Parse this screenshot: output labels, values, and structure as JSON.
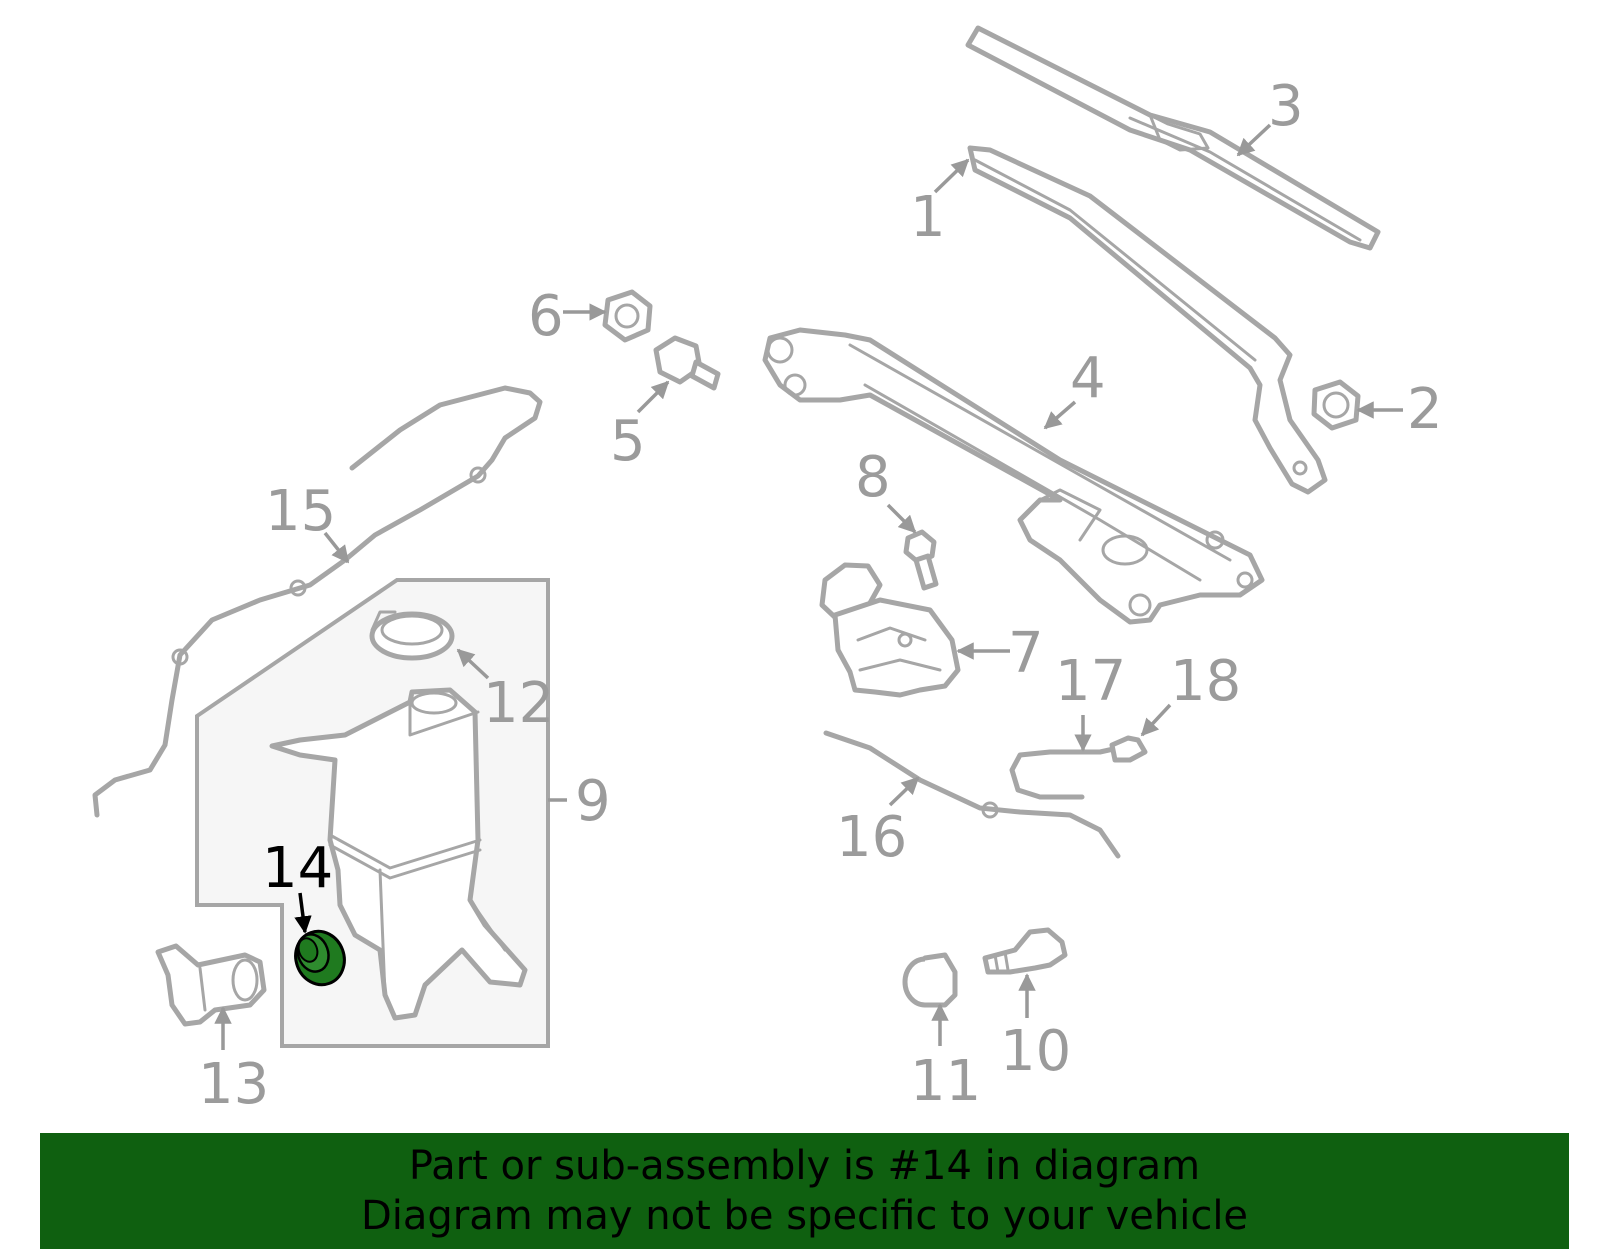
{
  "diagram": {
    "highlighted_part": "14",
    "highlight_color": "#1f7a1f",
    "callouts": {
      "c1": "1",
      "c2": "2",
      "c3": "3",
      "c4": "4",
      "c5": "5",
      "c6": "6",
      "c7": "7",
      "c8": "8",
      "c9": "9",
      "c10": "10",
      "c11": "11",
      "c12": "12",
      "c13": "13",
      "c14": "14",
      "c15": "15",
      "c16": "16",
      "c17": "17",
      "c18": "18"
    }
  },
  "footer": {
    "line1": "Part or sub-assembly is #14 in diagram",
    "line2": "Diagram may not be specific to your vehicle",
    "background": "#0f6010"
  }
}
